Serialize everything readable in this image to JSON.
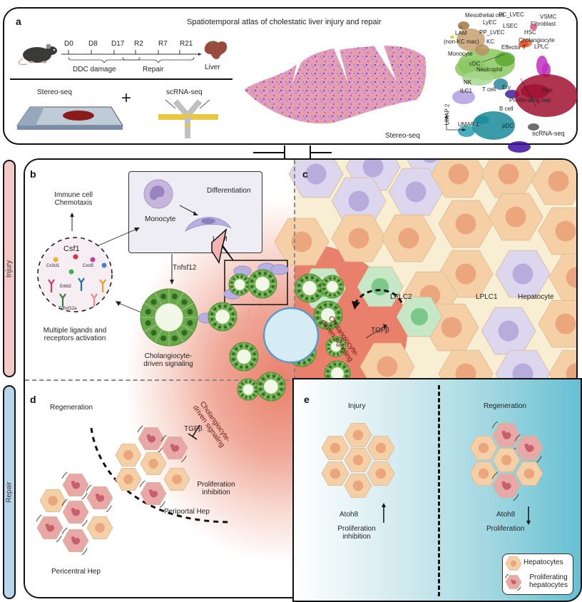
{
  "panel_a": {
    "label": "a",
    "title": "Spatiotemporal atlas of cholestatic liver injury and repair",
    "timeline": {
      "points": [
        "D0",
        "D8",
        "D17",
        "R2",
        "R7",
        "R21"
      ],
      "phases": [
        "DDC damage",
        "Repair"
      ],
      "endpoint": "Liver"
    },
    "methods": {
      "left": "Stereo-seq",
      "plus": "+",
      "right": "scRNA-seq"
    },
    "stereo_seq_caption": "Stereo-seq",
    "umap": {
      "caption": "scRNA-seq",
      "axis_x": "UMAP 1",
      "axis_y": "UMAP 2",
      "clusters": [
        {
          "name": "Mesothelial cell",
          "color": "#3a8a2a"
        },
        {
          "name": "PC_LVEC",
          "color": "#a07840"
        },
        {
          "name": "VSMC",
          "color": "#e84a7a"
        },
        {
          "name": "LyEC",
          "color": "#e0c020"
        },
        {
          "name": "LSEC",
          "color": "#c8a070"
        },
        {
          "name": "Fibroblast",
          "color": "#f07040"
        },
        {
          "name": "LAM",
          "color": "#8ac860"
        },
        {
          "name": "PP_LVEC",
          "color": "#b89060"
        },
        {
          "name": "HSC",
          "color": "#e85020"
        },
        {
          "name": "(non-KC mac)",
          "color": "#8ac860"
        },
        {
          "name": "KC",
          "color": "#5aa830"
        },
        {
          "name": "Cholangiocyte",
          "color": "#c030c0"
        },
        {
          "name": "Effector T",
          "color": "#2a8a9a"
        },
        {
          "name": "LPLC",
          "color": "#c030c0"
        },
        {
          "name": "Monocyte",
          "color": "#a8d890"
        },
        {
          "name": "cDC",
          "color": "#b0a0e0"
        },
        {
          "name": "Neutrophil",
          "color": "#4020a0"
        },
        {
          "name": "NK",
          "color": "#2a8aa0"
        },
        {
          "name": "Ery",
          "color": "#555555"
        },
        {
          "name": "ILC1",
          "color": "#2aa0b0"
        },
        {
          "name": "T cell",
          "color": "#1a8a9a"
        },
        {
          "name": "Hep",
          "color": "#a01030"
        },
        {
          "name": "Proliferating hep",
          "color": "#a01030"
        },
        {
          "name": "B cell",
          "color": "#3a10a0"
        },
        {
          "name": "pDC",
          "color": "#9a80d0"
        }
      ]
    }
  },
  "side_labels": {
    "injury": "Injury",
    "repair": "Repair"
  },
  "panel_b": {
    "label": "b",
    "immune": "Immune cell\nChemotaxis",
    "immune_line1": "Immune cell",
    "immune_line2": "Chemotaxis",
    "differentiation": "Differentiation",
    "monocyte": "Monocyte",
    "lam": "LAM",
    "tnfsf12": "Tnfsf12",
    "ligands": {
      "csf1": "Csf1",
      "cx3cl1": "Cx3cl1",
      "cxcl5": "Cxcl5",
      "erbb2": "Erbb2",
      "tnfrsf12a": "Tnfrsf12a"
    },
    "multiple_line1": "Multiple ligands and",
    "multiple_line2": "receptors activation",
    "chol_line1": "Cholangiocyte-",
    "chol_line2": "driven signaling"
  },
  "panel_c": {
    "label": "c",
    "lplc2": "LPLC2",
    "lplc1": "LPLC1",
    "hepatocyte": "Hepatocyte",
    "tgfb": "TGFβ",
    "chol_line1": "Cholangiocyte-",
    "chol_line2": "driven signaling"
  },
  "panel_d": {
    "label": "d",
    "regeneration": "Regeneration",
    "tgfb": "TGFβ",
    "chol_line1": "Cholangiocyte-",
    "chol_line2": "driven signaling",
    "prolif_line1": "Proliferation",
    "prolif_line2": "inhibition",
    "periportal": "Periportal Hep",
    "pericentral": "Pericentral Hep"
  },
  "panel_e": {
    "label": "e",
    "injury": "Injury",
    "regeneration": "Regeneration",
    "atoh8_left": "Atoh8",
    "atoh8_right": "Atoh8",
    "left_line1": "Proliferation",
    "left_line2": "inhibition",
    "right_line1": "Proliferation",
    "legend": {
      "hepatocytes": "Hepatocytes",
      "prolif_line1": "Proliferating",
      "prolif_line2": "hepatocytes"
    }
  },
  "colors": {
    "hepatocyte": "#f5d0a6",
    "hepatocyte_nucleus": "#eba67e",
    "lplc1": "#dcd6ee",
    "lplc1_nucleus": "#b7acdc",
    "lplc2": "#c6e8c6",
    "lplc2_nucleus": "#7cc88a",
    "prolif_hep": "#e8a8a8",
    "prolif_nucleus": "#c8606a",
    "cholangiocyte": "#6aa64a",
    "inflammation": "#e8806c",
    "injury_bar": "#f2c9c6",
    "repair_bar": "#b7d6ee",
    "vessel": "#d6ecf4"
  }
}
